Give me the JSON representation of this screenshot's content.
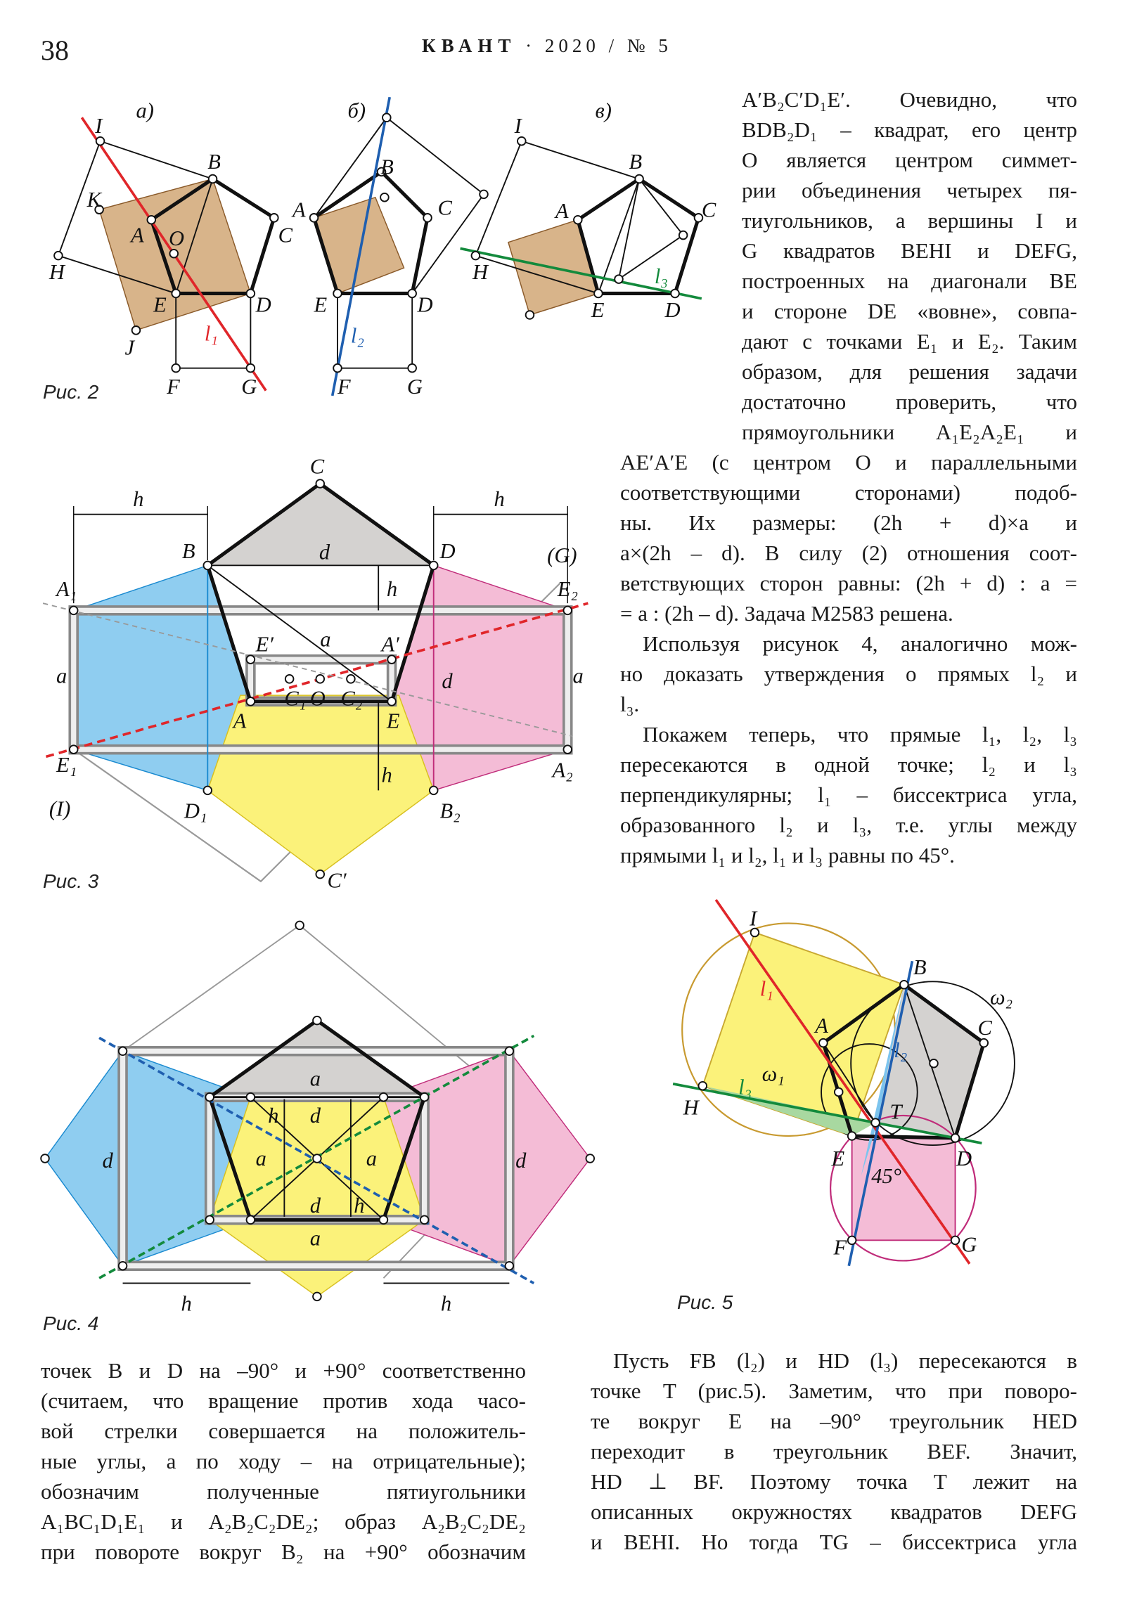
{
  "header": {
    "page_number": "38",
    "journal": "КВАНТ",
    "issue": "· 2020 / № 5"
  },
  "text_top_right": {
    "lines": [
      {
        "t": "A′B₂C′D₁E′.  Очевидно,  что"
      },
      {
        "t": "BDB₂D₁ – квадрат, его центр"
      },
      {
        "t": "O является центром симмет-"
      },
      {
        "t": "рии объединения четырех пя-"
      },
      {
        "t": "тиугольников, а вершины I и"
      },
      {
        "t": "G квадратов BEHI и DEFG,"
      },
      {
        "t": "построенных на диагонали BE"
      },
      {
        "t": "и стороне DE «вовне», совпа-"
      },
      {
        "t": "дают с точками E₁ и E₂. Таким"
      },
      {
        "t": "образом, для решения задачи"
      },
      {
        "t": "достаточно  проверить,  что"
      },
      {
        "t": "прямоугольники  A₁E₂A₂E₁  и"
      }
    ]
  },
  "text_mid_right": {
    "lines": [
      {
        "t": "AE′A′E (с центром O и параллельными"
      },
      {
        "t": "соответствующими  сторонами)  подоб-"
      },
      {
        "t": "ны.  Их  размеры:  (2h + d)×a  и"
      },
      {
        "t": "a×(2h – d). В силу (2) отношения соот-"
      },
      {
        "t": "ветствующих сторон равны: (2h + d) : a ="
      },
      {
        "t": "= a : (2h – d). Задача M2583 решена.",
        "last": true
      },
      {
        "t": "Используя рисунок 4, аналогично мож-",
        "ind": true
      },
      {
        "t": "но доказать утверждения о прямых l₂ и"
      },
      {
        "t": "l₃.",
        "last": true
      },
      {
        "t": "Покажем теперь, что прямые l₁, l₂, l₃",
        "ind": true
      },
      {
        "t": "пересекаются в одной точке; l₂ и l₃"
      },
      {
        "t": "перпендикулярны; l₁ – биссектриса угла,"
      },
      {
        "t": "образованного l₂ и l₃, т.е. углы между"
      },
      {
        "t": "прямыми l₁ и l₂, l₁ и l₃ равны по 45°.",
        "last": true
      }
    ]
  },
  "text_bottom_left": {
    "lines": [
      {
        "t": "точек B и D на –90° и +90° соответственно"
      },
      {
        "t": "(считаем, что вращение против хода часо-"
      },
      {
        "t": "вой стрелки совершается на положитель-"
      },
      {
        "t": "ные углы, а по ходу – на отрицательные);"
      },
      {
        "t": "обозначим  полученные  пятиугольники"
      },
      {
        "t": "A₁BC₁D₁E₁ и A₂B₂C₂DE₂; образ A₂B₂C₂DE₂"
      },
      {
        "t": "при повороте вокруг B₂ на +90° обозначим"
      }
    ]
  },
  "text_bottom_right": {
    "lines": [
      {
        "t": "Пусть FB (l₂) и HD (l₃) пересекаются в",
        "ind": true
      },
      {
        "t": "точке T (рис.5). Заметим, что при поворо-"
      },
      {
        "t": "те  вокруг  E  на  –90°  треугольник  HED"
      },
      {
        "t": "переходит  в  треугольник  BEF.  Значит,"
      },
      {
        "t": "HD ⊥ BF.  Поэтому  точка  T  лежит  на"
      },
      {
        "t": "описанных окружностях квадратов DEFG"
      },
      {
        "t": "и BEHI. Но тогда TG – биссектриса угла"
      }
    ]
  },
  "figure_2": {
    "caption": "Рис. 2",
    "a": {
      "tag": "а)",
      "labels": [
        "I",
        "B",
        "K",
        "A",
        "O",
        "C",
        "H",
        "E",
        "D",
        "J",
        "l₁",
        "F",
        "G"
      ]
    },
    "b": {
      "tag": "б)",
      "labels": [
        "A",
        "B",
        "C",
        "E",
        "D",
        "l₂",
        "F",
        "G"
      ]
    },
    "c": {
      "tag": "в)",
      "labels": [
        "I",
        "B",
        "A",
        "C",
        "H",
        "E",
        "D",
        "l₃"
      ]
    }
  },
  "figure_3": {
    "caption": "Рис. 3",
    "labels": [
      "C",
      "h",
      "h",
      "B",
      "d",
      "D",
      "(G)",
      "A₁",
      "E₂",
      "h",
      "E′",
      "a",
      "A′",
      "a",
      "d",
      "a",
      "C₁",
      "O",
      "C₂",
      "A",
      "E",
      "E₁",
      "h",
      "A₂",
      "(I)",
      "D₁",
      "B₂",
      "C′"
    ]
  },
  "figure_4": {
    "caption": "Рис. 4",
    "labels": [
      "a",
      "h",
      "d",
      "a",
      "a",
      "d",
      "d",
      "d",
      "h",
      "a",
      "h",
      "h"
    ]
  },
  "figure_5": {
    "caption": "Рис. 5",
    "labels": [
      "I",
      "B",
      "ω₂",
      "l₁",
      "C",
      "A",
      "l₂",
      "ω₁",
      "l₃",
      "H",
      "T",
      "E",
      "D",
      "45°",
      "F",
      "G"
    ]
  },
  "colors": {
    "red": "#e0262a",
    "blue": "#1f5fb0",
    "green": "#138a3c",
    "brown": "#d8b48a",
    "yellow": "#fbf27a",
    "cyan": "#8fcdf0",
    "pink": "#f4bcd6",
    "gray": "#d4d2d0"
  }
}
